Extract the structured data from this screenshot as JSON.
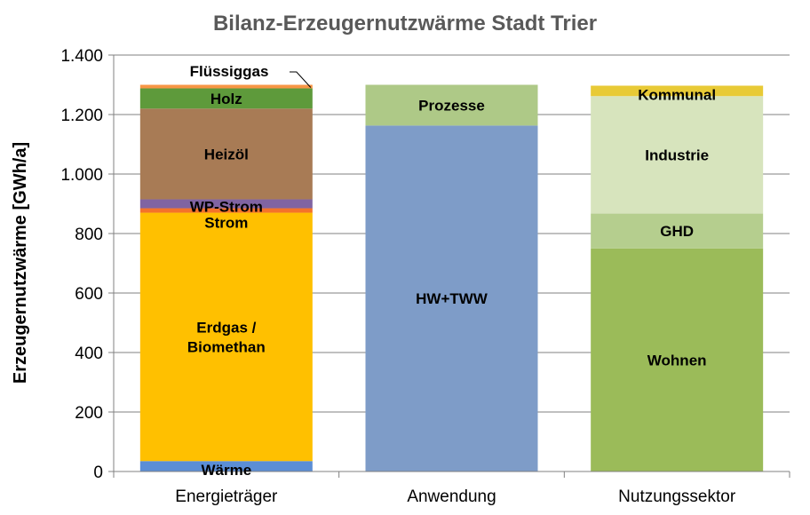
{
  "chart_data": {
    "type": "bar",
    "stacked": true,
    "title": "Bilanz-Erzeugernutzwärme Stadt Trier",
    "ylabel": "Erzeugernutzwärme [GWh/a]",
    "xlabel": "",
    "ylim": [
      0,
      1400
    ],
    "yticks": [
      0,
      200,
      400,
      600,
      800,
      1000,
      1200,
      1400
    ],
    "ytick_labels": [
      "0",
      "200",
      "400",
      "600",
      "800",
      "1.000",
      "1.200",
      "1.400"
    ],
    "grid": true,
    "legend": "none",
    "categories": [
      "Energieträger",
      "Anwendung",
      "Nutzungssektor"
    ],
    "stacks": [
      {
        "category": "Energieträger",
        "segments": [
          {
            "label": "Wärme",
            "value": 35,
            "color": "#5B8ED6"
          },
          {
            "label": "Erdgas /\nBiomethan",
            "value": 835,
            "color": "#FFC000"
          },
          {
            "label": "Strom",
            "value": 15,
            "color": "#F4732A"
          },
          {
            "label": "WP-Strom",
            "value": 30,
            "color": "#8064A2"
          },
          {
            "label": "Heizöl",
            "value": 305,
            "color": "#A87B55"
          },
          {
            "label": "Holz",
            "value": 68,
            "color": "#5E9A3B"
          },
          {
            "label": "Flüssiggas",
            "value": 12,
            "color": "#F79646"
          }
        ]
      },
      {
        "category": "Anwendung",
        "segments": [
          {
            "label": "HW+TWW",
            "value": 1163,
            "color": "#7E9CC8"
          },
          {
            "label": "Prozesse",
            "value": 137,
            "color": "#AEC987"
          }
        ]
      },
      {
        "category": "Nutzungssektor",
        "segments": [
          {
            "label": "Wohnen",
            "value": 750,
            "color": "#9BBB59"
          },
          {
            "label": "GHD",
            "value": 117,
            "color": "#B5CE8E"
          },
          {
            "label": "Industrie",
            "value": 395,
            "color": "#D7E4BD"
          },
          {
            "label": "Kommunal",
            "value": 35,
            "color": "#E8CA36"
          }
        ]
      }
    ],
    "colors": {
      "grid": "#808080",
      "axis": "#808080",
      "title": "#595959",
      "leader_line": "#000000"
    }
  }
}
